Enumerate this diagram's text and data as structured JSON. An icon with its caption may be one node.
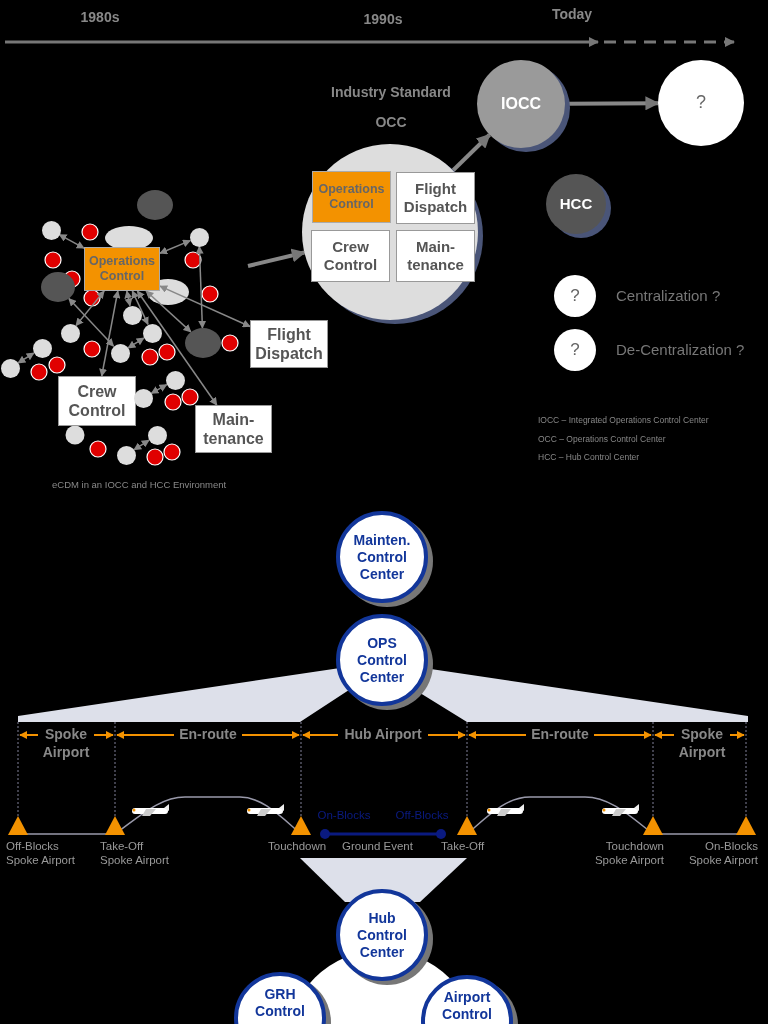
{
  "diagram": {
    "nodes": [
      {
        "text": [
          "Operations Control"
        ]
      },
      {
        "text": [
          "Flight Dispatch"
        ]
      },
      {
        "text": [
          "Crew Control"
        ]
      },
      {
        "text": [
          "Main- tenance"
        ]
      },
      {
        "text": [
          "Industry Standard",
          "OCC"
        ]
      },
      {
        "text": [
          "Operations Control"
        ],
        "in": 4
      },
      {
        "text": [
          "Flight Dispatch"
        ],
        "in": 4
      },
      {
        "text": [
          "Crew Control"
        ],
        "in": 4
      },
      {
        "text": [
          "Main- tenance"
        ],
        "in": 4
      },
      {
        "text": [
          "IOCC"
        ]
      },
      {
        "text": [
          "?"
        ]
      },
      {
        "text": [
          "HCC"
        ]
      },
      {
        "text": [
          "?"
        ],
        "beside": [
          "Centralization ?"
        ]
      },
      {
        "text": [
          "?"
        ],
        "beside": [
          "De-Centralization ?"
        ]
      },
      {
        "text": [
          "Mainten. Control Center"
        ]
      },
      {
        "text": [
          "OPS Control Center"
        ]
      },
      {
        "text": [
          "Hub Control Center"
        ]
      },
      {
        "text": [
          "GRH Control"
        ]
      },
      {
        "text": [
          "Airport Control"
        ]
      },
      {
        "text": [],
        "shape": "circle"
      },
      {
        "text": [],
        "shape": "circle"
      },
      {
        "text": [],
        "shape": "ellipse"
      },
      {
        "text": [],
        "shape": "circle"
      },
      {
        "text": [],
        "shape": "circle"
      },
      {
        "text": [],
        "shape": "circle"
      },
      {
        "text": [],
        "shape": "ellipse"
      },
      {
        "text": [],
        "shape": "circle"
      },
      {
        "text": [],
        "shape": "circle"
      },
      {
        "text": [],
        "shape": "circle"
      },
      {
        "text": [],
        "shape": "circle"
      },
      {
        "text": [],
        "shape": "circle"
      },
      {
        "text": [],
        "shape": "circle"
      },
      {
        "text": [],
        "shape": "circle"
      }
    ],
    "edges": [
      {
        "from": 0,
        "to": 1,
        "arrow": "both"
      },
      {
        "from": 0,
        "to": 3,
        "arrow": "both"
      },
      {
        "from": 0,
        "to": 2,
        "arrow": "both"
      },
      {
        "from": null,
        "to": 4,
        "arrow": "to",
        "style": "thick"
      },
      {
        "from": 4,
        "to": 9,
        "arrow": "to",
        "style": "thick"
      },
      {
        "from": 9,
        "to": 10,
        "arrow": "to",
        "style": "thick"
      },
      {
        "from": 19,
        "to": 0,
        "arrow": "both"
      },
      {
        "from": 0,
        "to": 20,
        "arrow": "both"
      },
      {
        "from": 21,
        "to": 27,
        "arrow": "both"
      },
      {
        "from": 23,
        "to": 0,
        "arrow": "both"
      },
      {
        "from": 0,
        "to": 22,
        "arrow": "both"
      },
      {
        "from": 27,
        "to": 24,
        "arrow": "both"
      },
      {
        "from": 0,
        "to": 24,
        "arrow": "both"
      },
      {
        "from": 28,
        "to": 26,
        "arrow": "both"
      },
      {
        "from": 30,
        "to": 29,
        "arrow": "both"
      },
      {
        "from": 32,
        "to": 31,
        "arrow": "both"
      },
      {
        "from": 20,
        "to": 25,
        "arrow": "both"
      },
      {
        "from": 0,
        "to": 25,
        "arrow": "both"
      }
    ],
    "labels": [
      "1980s",
      "1990s",
      "Today",
      "eCDM in an IOCC and HCC Environment",
      "IOCC – Integrated Operations Control Center",
      "OCC – Operations Control Center",
      "HCC – Hub Control Center",
      "Spoke Airport",
      "En-route",
      "Hub Airport",
      "En-route",
      "Spoke Airport",
      "On-Blocks",
      "Off-Blocks",
      "Off-Blocks Spoke Airport",
      "Take-Off Spoke Airport",
      "Touchdown",
      "Ground Event",
      "Take-Off",
      "Touchdown Spoke Airport",
      "On-Blocks Spoke Airport"
    ]
  }
}
